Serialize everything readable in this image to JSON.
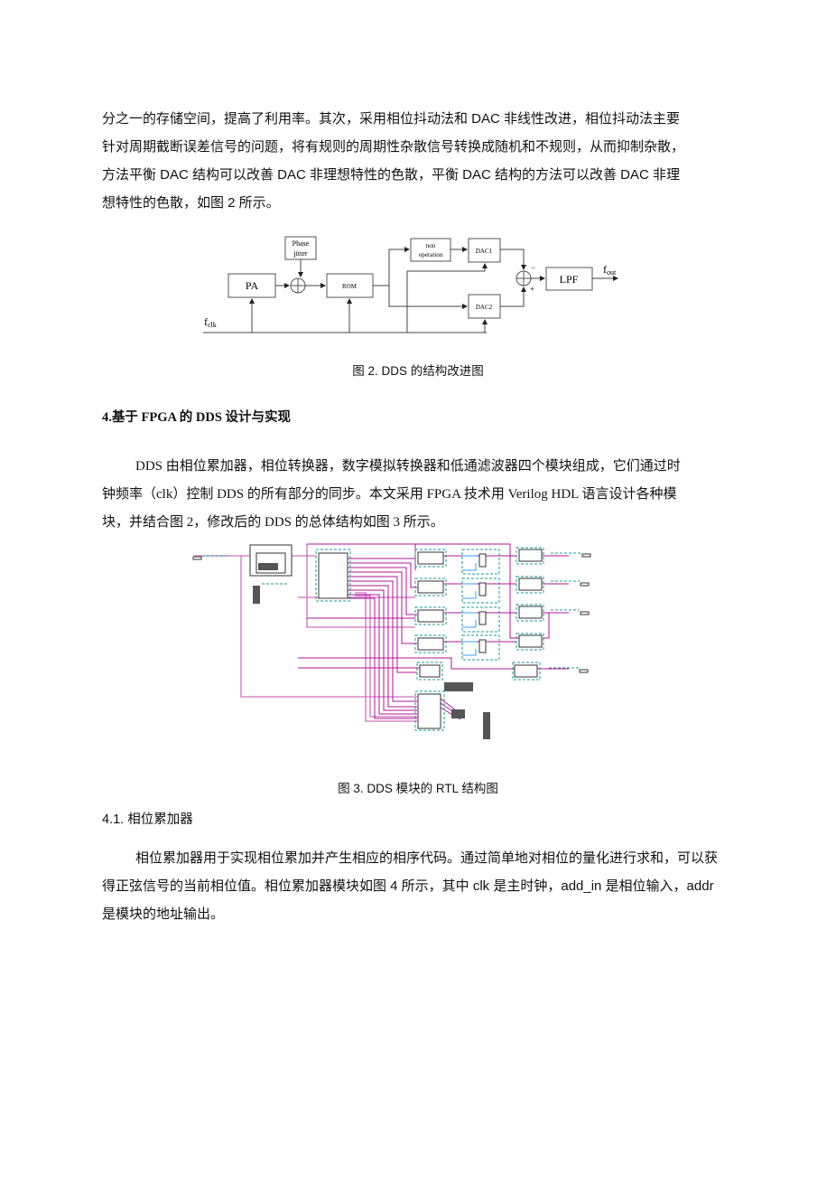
{
  "intro_paragraph": {
    "lines": [
      "分之一的存储空间，提高了利用率。其次，采用相位抖动法和 DAC 非线性改进，相位抖动法主要",
      "针对周期截断误差信号的问题，将有规则的周期性杂散信号转换成随机和不规则，从而抑制杂散，",
      "方法平衡 DAC 结构可以改善 DAC 非理想特性的色散，平衡 DAC 结构的方法可以改善 DAC 非理",
      "想特性的色散，如图 2 所示。"
    ]
  },
  "figure2": {
    "blocks": {
      "pa": "PA",
      "phase_jitter_1": "Phase",
      "phase_jitter_2": "jitter",
      "rom": "ROM",
      "non_op_1": "non",
      "non_op_2": "operation",
      "dac1": "DAC1",
      "dac2": "DAC2",
      "lpf": "LPF",
      "minus": "−",
      "plus": "+",
      "fclk": "f",
      "fclk_sub": "clk",
      "fout": "f",
      "fout_sub": "out"
    },
    "caption": "图 2. DDS 的结构改进图"
  },
  "section4": {
    "heading": "4.基于 FPGA 的 DDS 设计与实现",
    "lines": [
      "DDS 由相位累加器，相位转换器，数字模拟转换器和低通滤波器四个模块组成，它们通过时",
      "钟频率（clk）控制 DDS 的所有部分的同步。本文采用 FPGA 技术用 Verilog HDL 语言设计各种模",
      "块，并结合图 2，修改后的 DDS 的总体结构如图 3 所示。"
    ]
  },
  "figure3": {
    "caption": "图 3. DDS 模块的 RTL 结构图",
    "colors": {
      "wire": "#b0169a",
      "wire_light": "#d070c0",
      "dash": "#1a9a9a",
      "blue": "#3aa0f0"
    }
  },
  "section41": {
    "heading": "4.1.  相位累加器",
    "lines": [
      "相位累加器用于实现相位累加并产生相应的相序代码。通过简单地对相位的量化进行求和，可以获",
      "得正弦信号的当前相位值。相位累加器模块如图 4 所示，其中 clk 是主时钟，add_in 是相位输入，addr",
      "是模块的地址输出。"
    ]
  }
}
